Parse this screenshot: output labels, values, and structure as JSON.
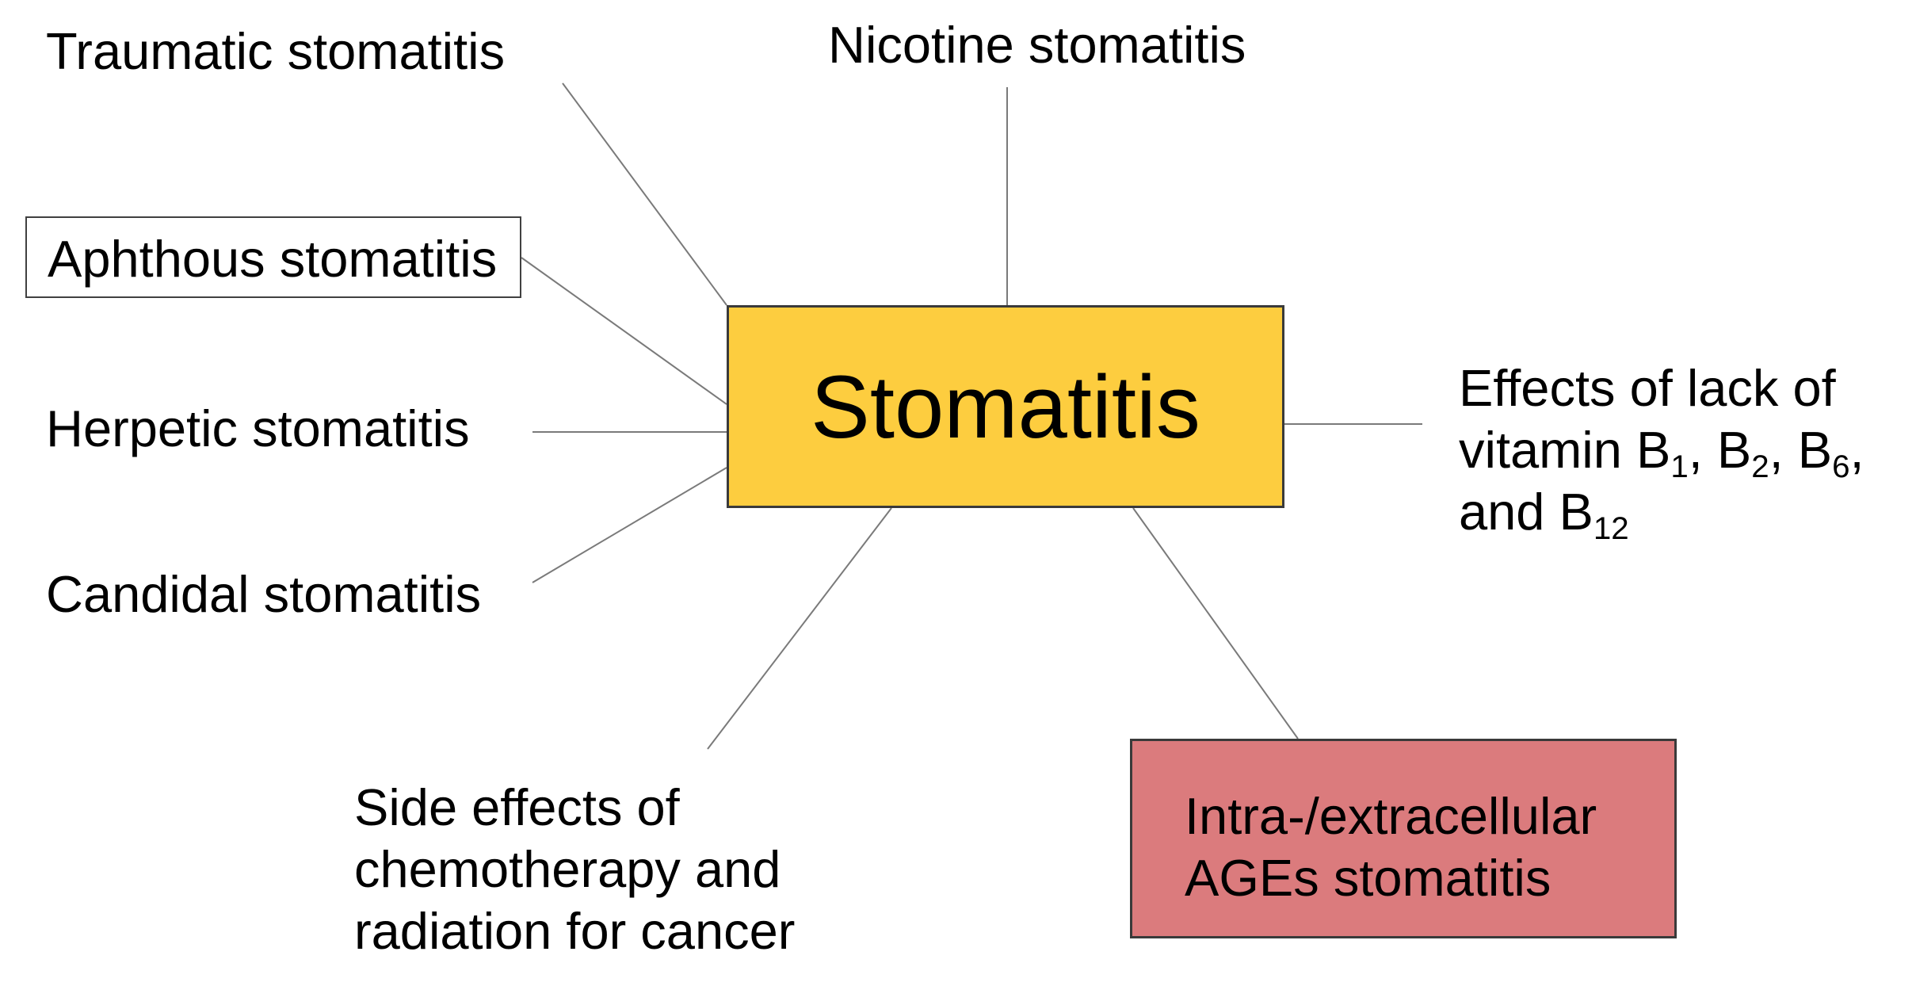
{
  "center": {
    "label": "Stomatitis",
    "color": "#FDCD3F"
  },
  "causes": {
    "traumatic": "Traumatic stomatitis",
    "nicotine": "Nicotine stomatitis",
    "aphthous": "Aphthous stomatitis",
    "herpetic": "Herpetic stomatitis",
    "candidal": "Candidal stomatitis",
    "vitamin": {
      "line1": "Effects of lack of",
      "line2_prefix": "vitamin B",
      "sub1": "1",
      "sep1": ", B",
      "sub2": "2",
      "sep2": ", B",
      "sub3": "6",
      "sep3": ",",
      "line3_prefix": "and B",
      "sub4": "12"
    },
    "chemo": {
      "line1": "Side effects of",
      "line2": "chemotherapy and",
      "line3": "radiation for cancer"
    },
    "ages": {
      "line1": "Intra-/extracellular",
      "line2": "AGEs stomatitis",
      "color": "#DB7B7D"
    }
  }
}
